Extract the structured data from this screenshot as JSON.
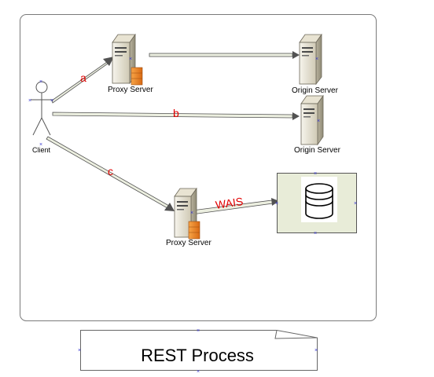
{
  "labels": {
    "proxy_server_top": "Proxy Server",
    "origin_server_top": "Origin Server",
    "origin_server_mid": "Origin Server",
    "proxy_server_bottom": "Proxy Server",
    "client": "Client"
  },
  "arrow_labels": {
    "a": "a",
    "b": "b",
    "c": "c",
    "wais": "WAIS"
  },
  "caption": "REST Process"
}
